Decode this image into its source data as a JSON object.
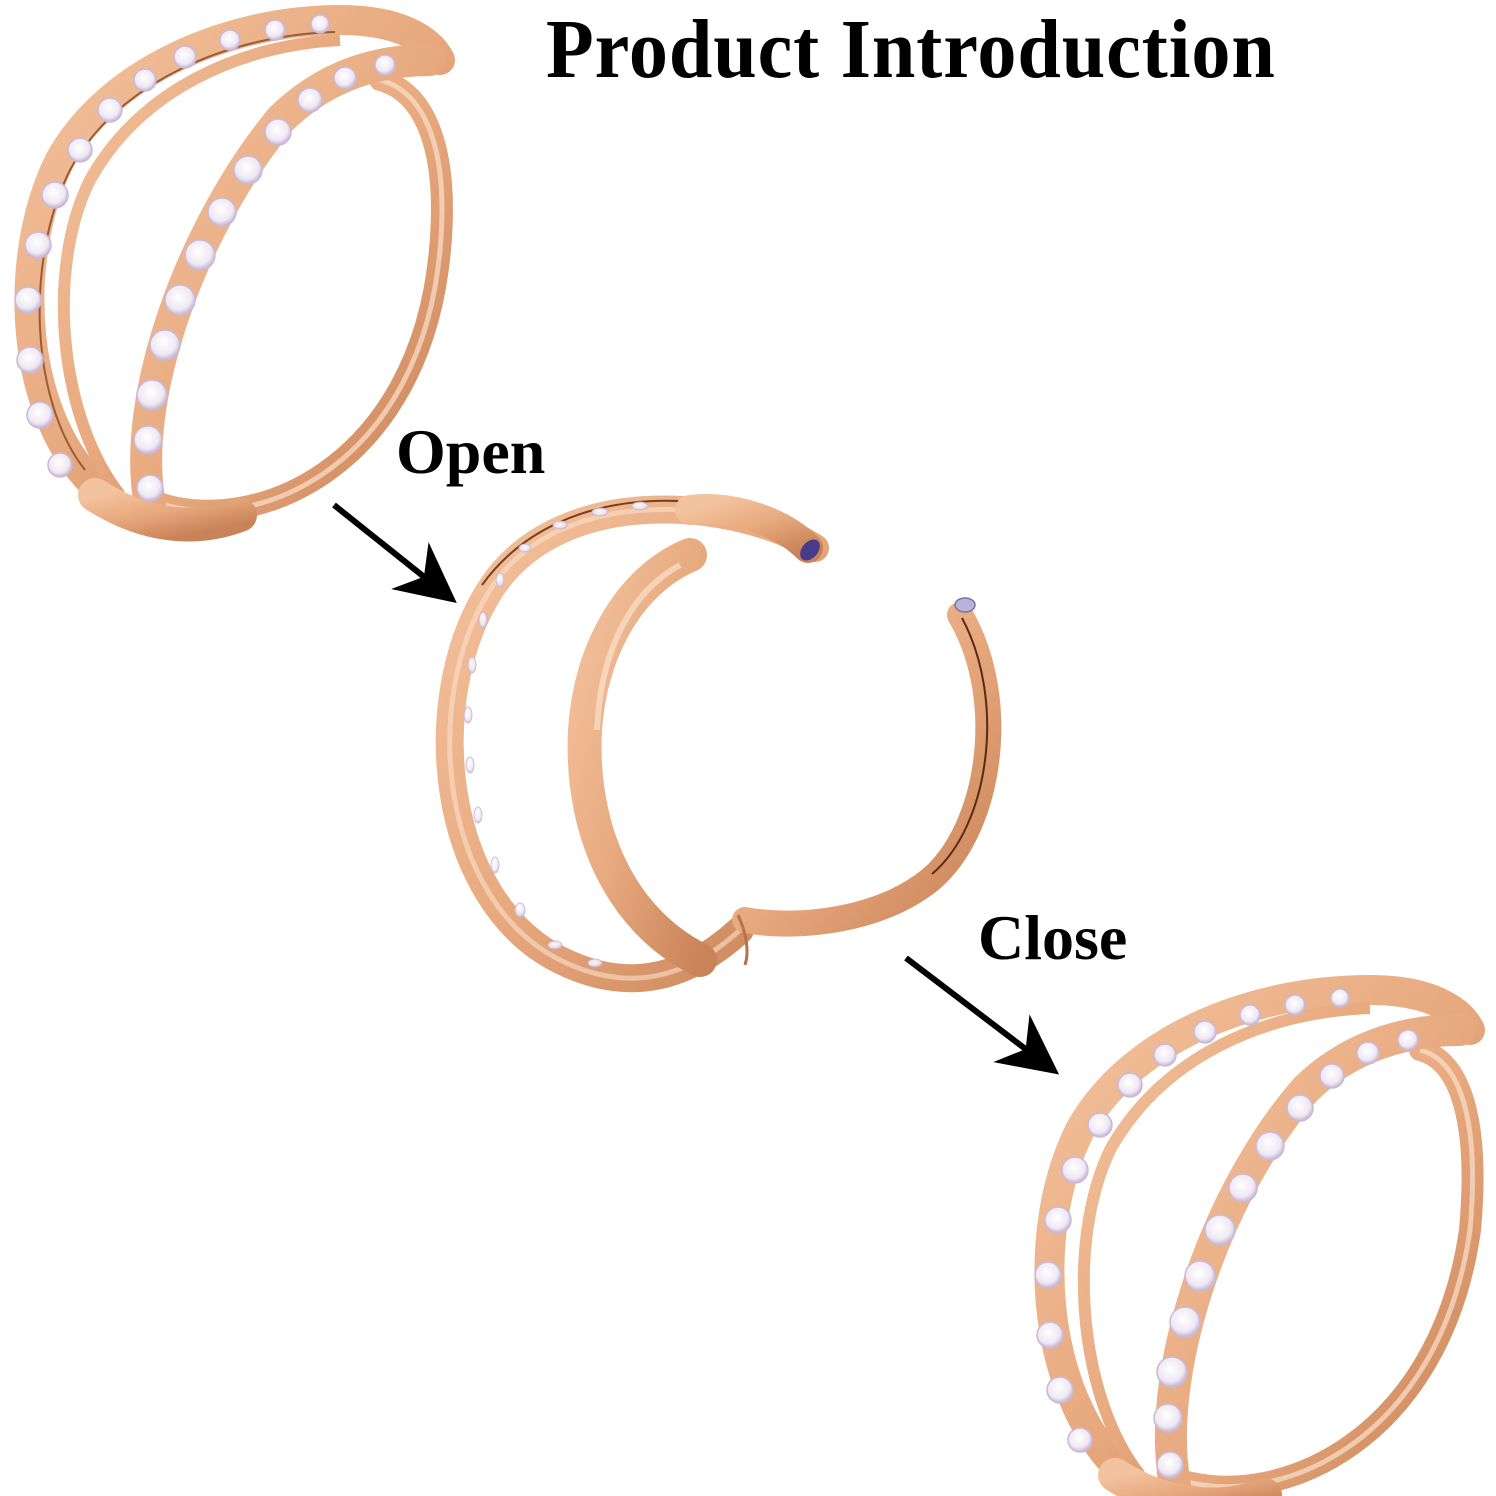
{
  "title": "Product Introduction",
  "steps": {
    "open_label": "Open",
    "close_label": "Close"
  },
  "product": {
    "type": "double hoop hinged segment ring with paved stones",
    "states": [
      "closed",
      "open",
      "closed"
    ],
    "colors": {
      "metal": "#e8a97e",
      "metal_highlight": "#fbe0cc",
      "metal_shadow": "#b8724a",
      "stone": "#f4f0f6",
      "stone_edge": "#c9b9d6",
      "text": "#000000",
      "background": "#ffffff"
    }
  }
}
